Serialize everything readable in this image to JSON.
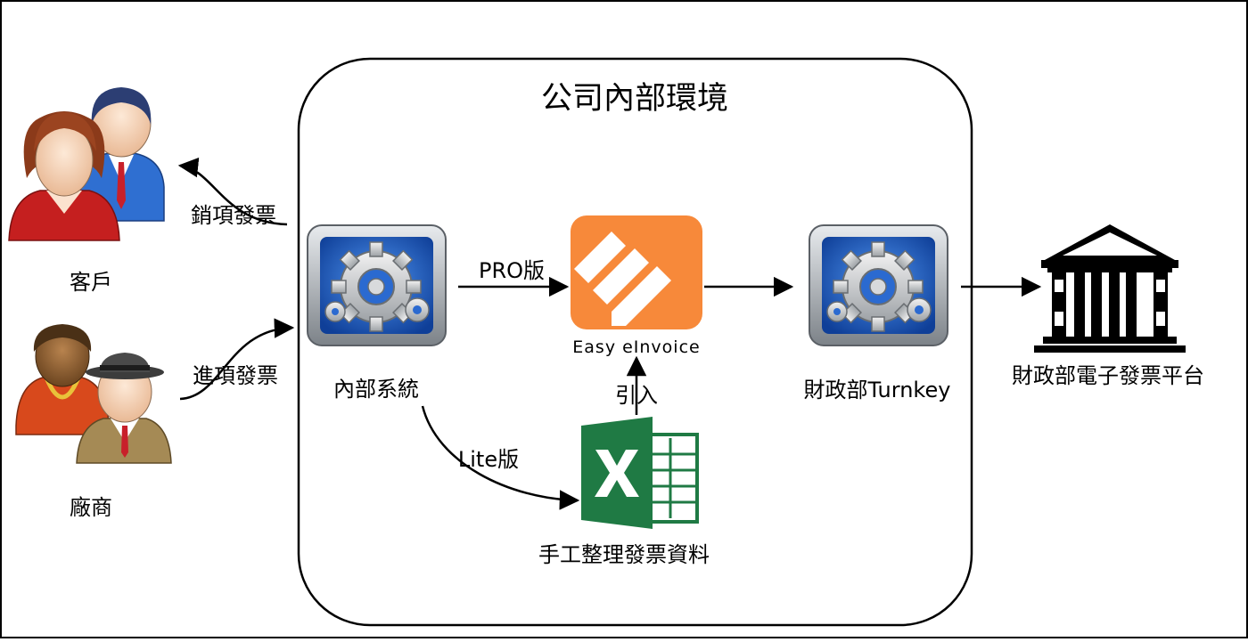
{
  "env_title": "公司內部環境",
  "customer": {
    "label": "客戶"
  },
  "vendor": {
    "label": "廠商"
  },
  "internal_system": {
    "label": "內部系統"
  },
  "easy_einvoice": {
    "label": "Easy eInvoice"
  },
  "turnkey": {
    "label": "財政部Turnkey"
  },
  "platform": {
    "label": "財政部電子發票平台"
  },
  "excel": {
    "label": "手工整理發票資料"
  },
  "edges": {
    "sales_invoice": "銷項發票",
    "purchase_invoice": "進項發票",
    "pro_version": "PRO版",
    "lite_version": "Lite版",
    "import": "引入"
  },
  "colors": {
    "easy_orange": "#f7893a",
    "gear_blue": "#1d5fc2",
    "excel_green": "#1f7a44"
  }
}
